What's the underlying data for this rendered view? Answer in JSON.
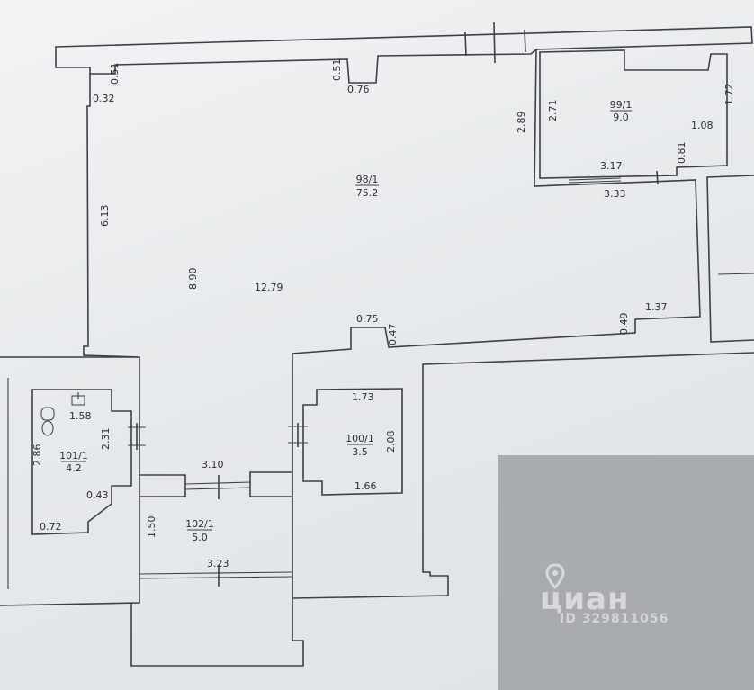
{
  "rooms": [
    {
      "id": "98/1",
      "area": "75.2"
    },
    {
      "id": "99/1",
      "area": "9.0"
    },
    {
      "id": "100/1",
      "area": "3.5"
    },
    {
      "id": "101/1",
      "area": "4.2"
    },
    {
      "id": "102/1",
      "area": "5.0"
    }
  ],
  "dims": {
    "d0_51a": "0.51",
    "d0_32": "0.32",
    "d0_51b": "0.51",
    "d0_76": "0.76",
    "d2_89": "2.89",
    "d2_71": "2.71",
    "d1_72": "1.72",
    "d1_08": "1.08",
    "d0_81": "0.81",
    "d3_17": "3.17",
    "d3_33": "3.33",
    "d6_13": "6.13",
    "d8_90": "8.90",
    "d12_79": "12.79",
    "d0_75": "0.75",
    "d0_47": "0.47",
    "d0_49": "0.49",
    "d1_37": "1.37",
    "d1_73": "1.73",
    "d2_08": "2.08",
    "d1_66": "1.66",
    "d1_58": "1.58",
    "d2_31": "2.31",
    "d2_86": "2.86",
    "d0_43": "0.43",
    "d0_72": "0.72",
    "d3_10": "3.10",
    "d1_50": "1.50",
    "d3_23": "3.23"
  },
  "watermark": {
    "brand": "циан",
    "listing_id": "ID 329811056"
  }
}
